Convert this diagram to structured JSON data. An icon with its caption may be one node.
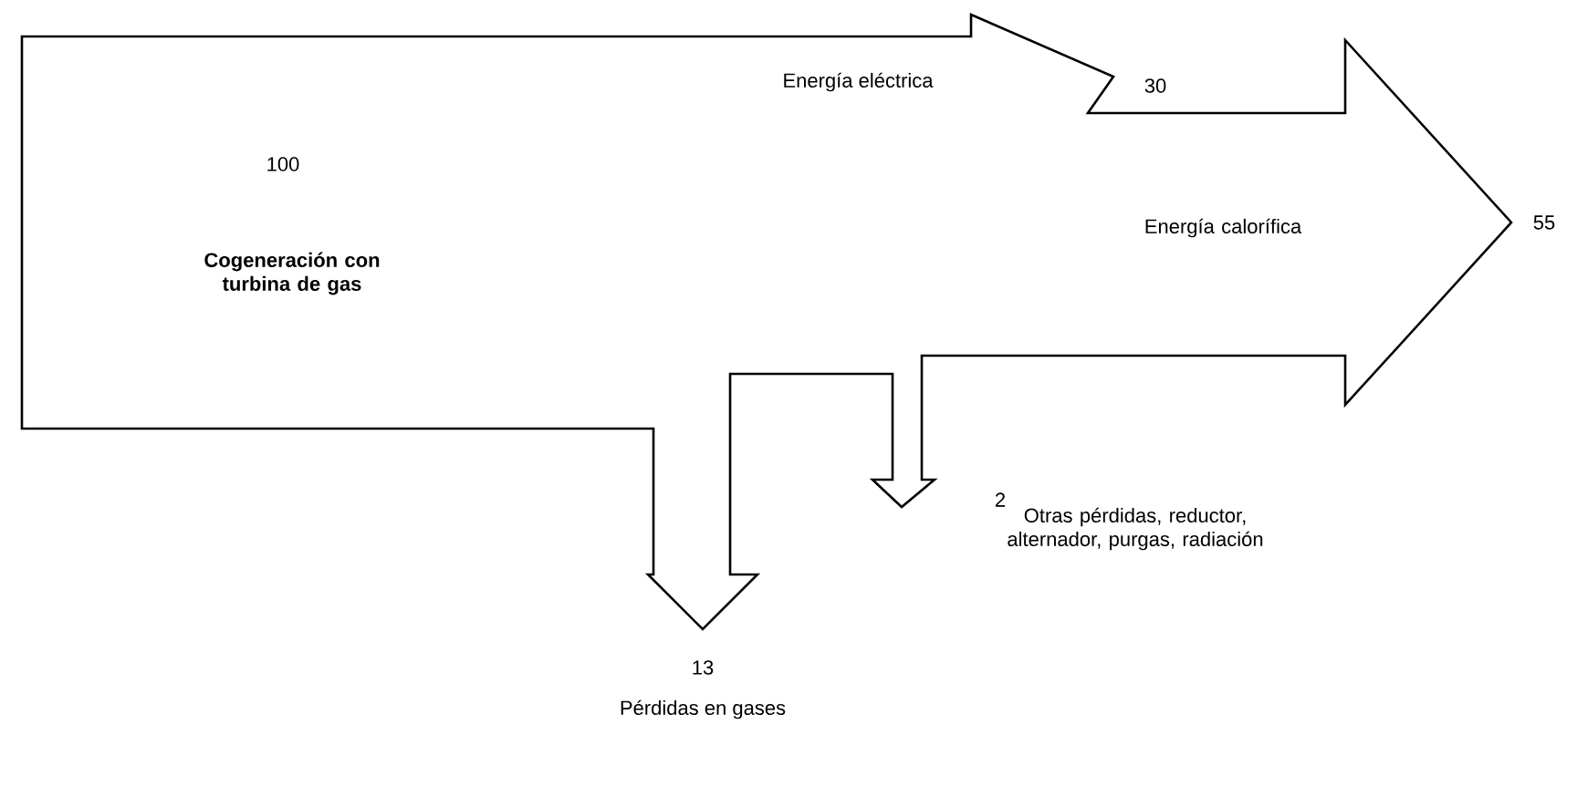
{
  "diagram": {
    "labels": [
      "Energía eléctrica",
      "30",
      "100",
      "Cogeneración con turbina de gas",
      "Energía calorífica",
      "55",
      "Otras pérdidas, reductor, alternador, purgas, radiación",
      "2",
      "13",
      "Pérdidas en gases"
    ]
  }
}
